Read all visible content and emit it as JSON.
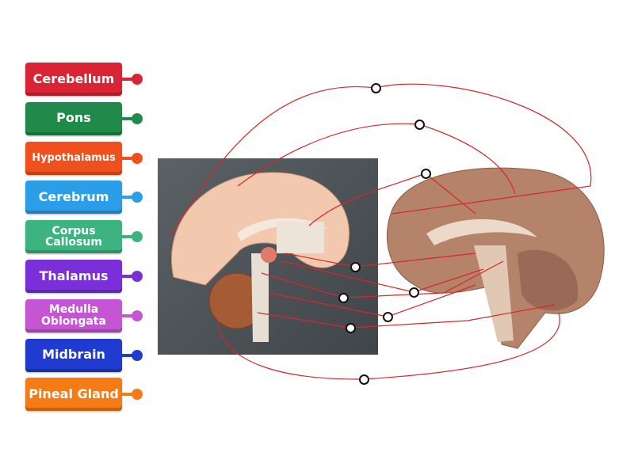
{
  "labels": [
    {
      "text": "Cerebellum",
      "color": "#d92436"
    },
    {
      "text": "Pons",
      "color": "#218a4a"
    },
    {
      "text": "Hypothalamus",
      "color": "#f0501d"
    },
    {
      "text": "Cerebrum",
      "color": "#2a9ee8"
    },
    {
      "text": "Corpus Callosum",
      "color": "#3bb47f"
    },
    {
      "text": "Thalamus",
      "color": "#7b2fd9"
    },
    {
      "text": "Medulla Oblongata",
      "color": "#c655d4"
    },
    {
      "text": "Midbrain",
      "color": "#1f3bd0"
    },
    {
      "text": "Pineal Gland",
      "color": "#f57c14"
    }
  ],
  "line_color": "#d8262a"
}
